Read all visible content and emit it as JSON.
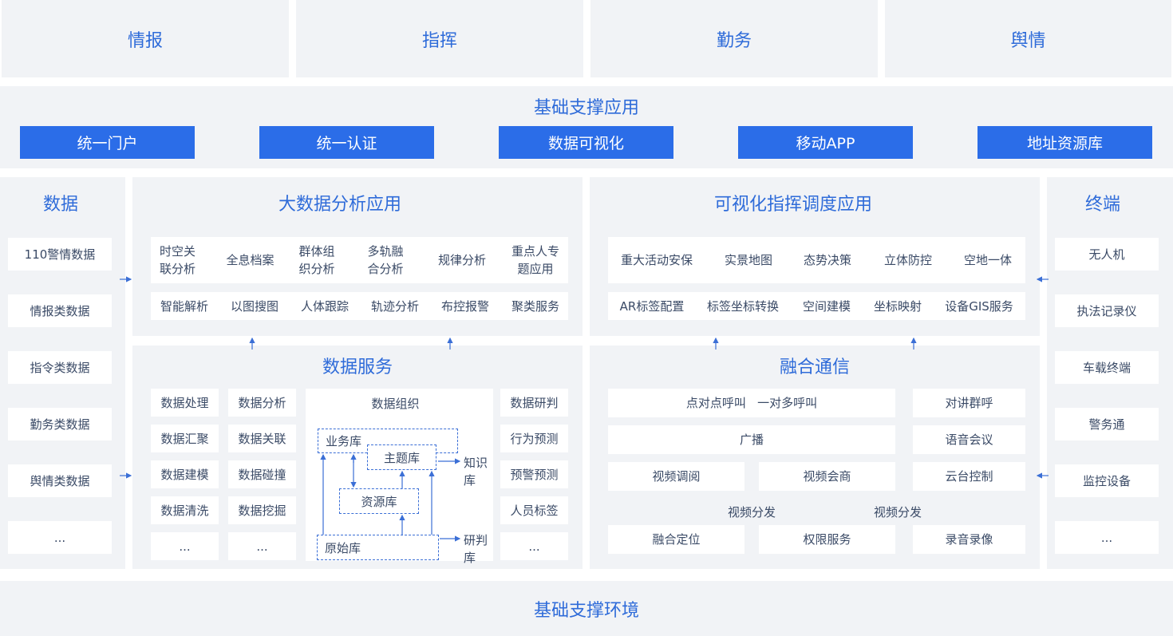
{
  "top_tabs": [
    "情报",
    "指挥",
    "勤务",
    "舆情"
  ],
  "foundation_app": {
    "title": "基础支撑应用",
    "buttons": [
      "统一门户",
      "统一认证",
      "数据可视化",
      "移动APP",
      "地址资源库"
    ]
  },
  "data_column": {
    "title": "数据",
    "items": [
      "110警情数据",
      "情报类数据",
      "指令类数据",
      "勤务类数据",
      "舆情类数据",
      "..."
    ]
  },
  "big_data": {
    "title": "大数据分析应用",
    "row1": [
      "时空关\n联分析",
      "全息档案",
      "群体组\n织分析",
      "多轨融\n合分析",
      "规律分析",
      "重点人专\n题应用"
    ],
    "row2": [
      "智能解析",
      "以图搜图",
      "人体跟踪",
      "轨迹分析",
      "布控报警",
      "聚类服务"
    ]
  },
  "visual_cmd": {
    "title": "可视化指挥调度应用",
    "row1": [
      "重大活动安保",
      "实景地图",
      "态势决策",
      "立体防控",
      "空地一体"
    ],
    "row2": [
      "AR标签配置",
      "标签坐标转换",
      "空间建模",
      "坐标映射",
      "设备GIS服务"
    ]
  },
  "terminal": {
    "title": "终端",
    "items": [
      "无人机",
      "执法记录仪",
      "车载终端",
      "警务通",
      "监控设备",
      "..."
    ]
  },
  "data_service": {
    "title": "数据服务",
    "col1": [
      "数据处理",
      "数据汇聚",
      "数据建模",
      "数据清洗",
      "..."
    ],
    "col2": [
      "数据分析",
      "数据关联",
      "数据碰撞",
      "数据挖掘",
      "..."
    ],
    "org": {
      "title": "数据组织",
      "business": "业务库",
      "theme": "主题库",
      "resource": "资源库",
      "raw": "原始库",
      "knowledge": "知识\n库",
      "judge": "研判\n库"
    },
    "col3": [
      "数据研判",
      "行为预测",
      "预警预测",
      "人员标签",
      "..."
    ]
  },
  "fusion": {
    "title": "融合通信",
    "p2p": "点对点呼叫   一对多呼叫",
    "intercom": "对讲群呼",
    "broadcast": "广播",
    "voice_conf": "语音会议",
    "video_view": "视频调阅",
    "video_consult": "视频会商",
    "ptz": "云台控制",
    "dist1": "视频分发",
    "dist2": "视频分发",
    "locate": "融合定位",
    "auth": "权限服务",
    "record": "录音录像"
  },
  "base_env": "基础支撑环境"
}
